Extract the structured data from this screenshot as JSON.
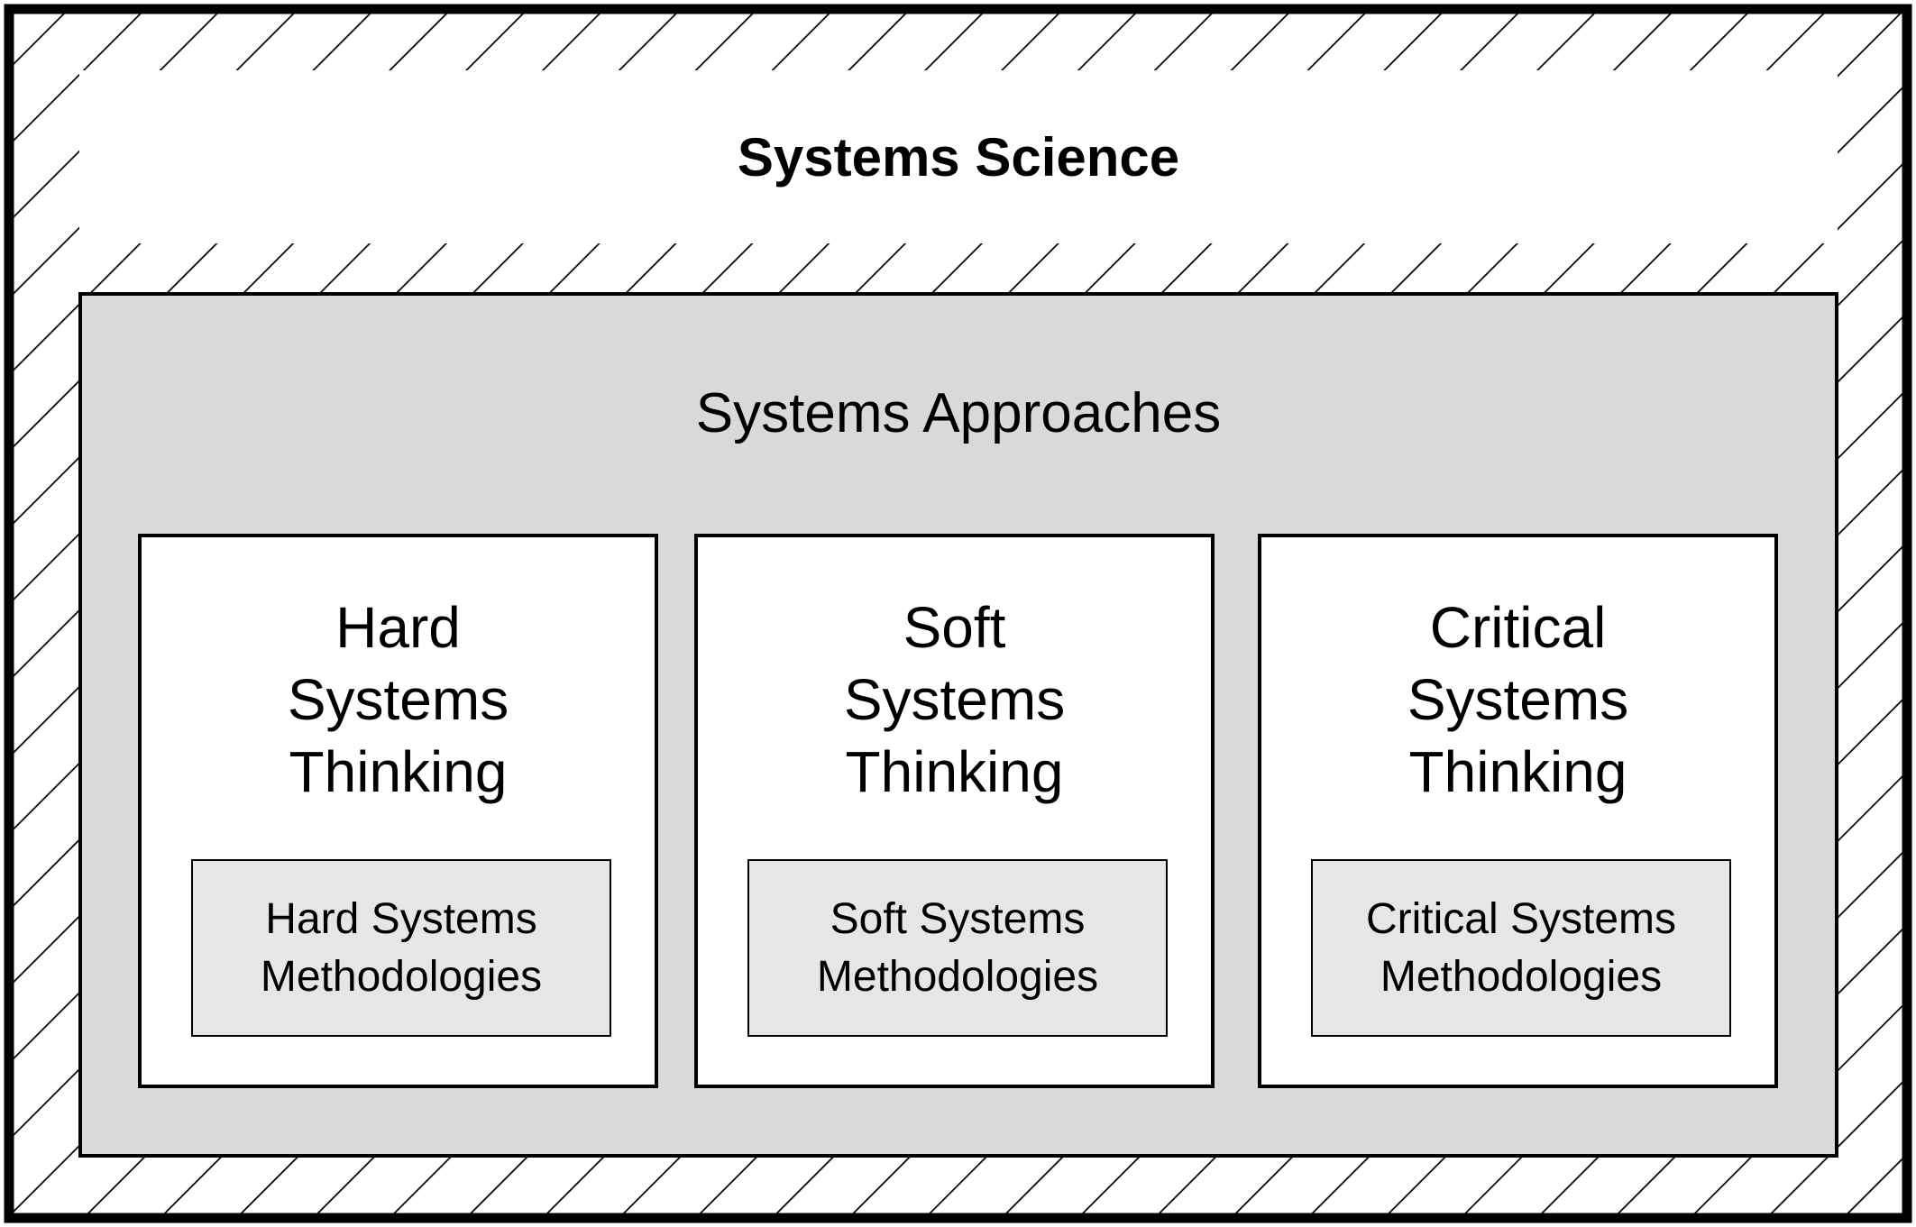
{
  "title": "Systems Science",
  "approaches": {
    "label": "Systems Approaches",
    "cards": [
      {
        "title_lines": [
          "Hard",
          "Systems",
          "Thinking"
        ],
        "method_lines": [
          "Hard Systems",
          "Methodologies"
        ]
      },
      {
        "title_lines": [
          "Soft",
          "Systems",
          "Thinking"
        ],
        "method_lines": [
          "Soft Systems",
          "Methodologies"
        ]
      },
      {
        "title_lines": [
          "Critical",
          "Systems",
          "Thinking"
        ],
        "method_lines": [
          "Critical Systems",
          "Methodologies"
        ]
      }
    ]
  },
  "colors": {
    "approaches_fill": "#d9d9d9",
    "method_fill": "#e6e6e6",
    "line": "#000000"
  }
}
